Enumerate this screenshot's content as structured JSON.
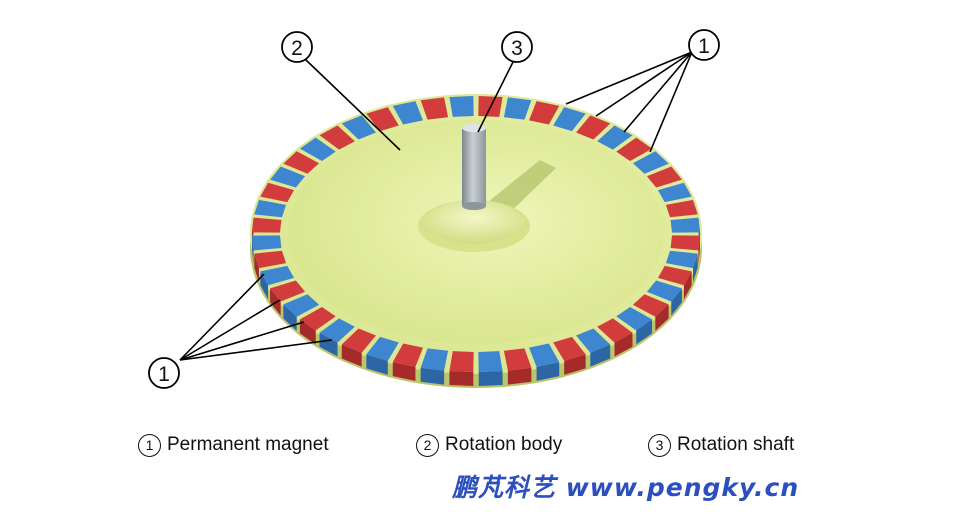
{
  "callouts": [
    {
      "id": "magnet-top",
      "number": "1"
    },
    {
      "id": "body",
      "number": "2"
    },
    {
      "id": "shaft",
      "number": "3"
    },
    {
      "id": "magnet-bottom",
      "number": "1"
    }
  ],
  "legend": [
    {
      "number": "1",
      "label": "Permanent magnet"
    },
    {
      "number": "2",
      "label": "Rotation body"
    },
    {
      "number": "3",
      "label": "Rotation shaft"
    }
  ],
  "watermark": "鹏芃科艺 www.pengky.cn",
  "colors": {
    "disk_top": "#e2ee9a",
    "disk_side": "#c9d67a",
    "magnet_red": "#d23c3c",
    "magnet_blue": "#3e86cf",
    "shaft": "#a7b1b8",
    "watermark": "#2b4fbf"
  },
  "magnet_count": 48
}
